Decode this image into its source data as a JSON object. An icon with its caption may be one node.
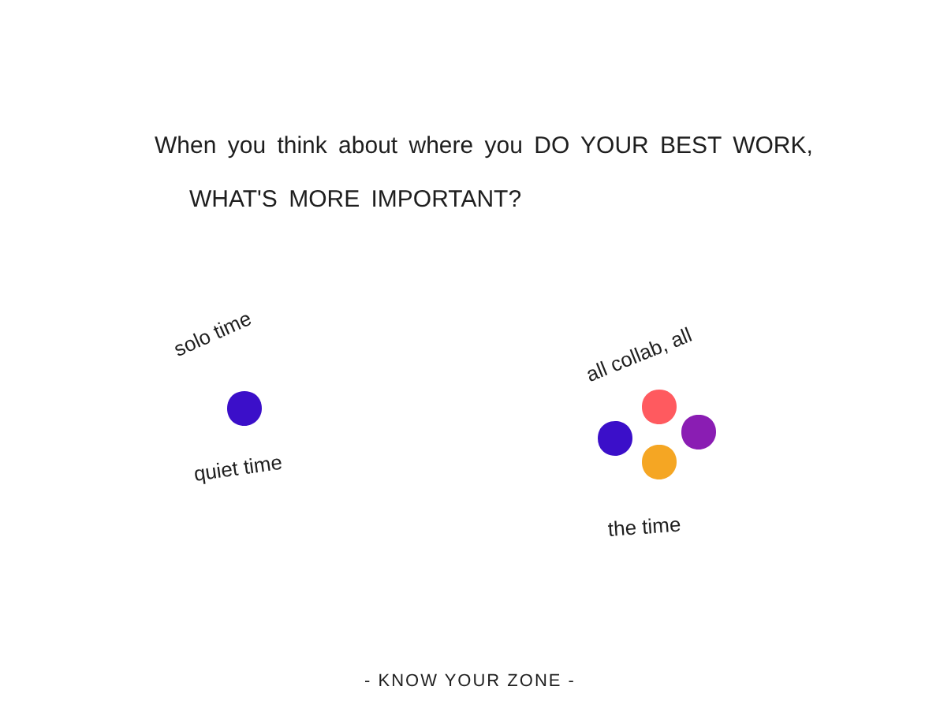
{
  "diagram": {
    "title": "When you think about where you DO YOUR BEST WORK, WHAT'S MORE IMPORTANT?",
    "labels": [
      "solo time",
      "quiet time",
      "all collab, all",
      "the time"
    ],
    "caption": "- KNOW YOUR ZONE -"
  }
}
